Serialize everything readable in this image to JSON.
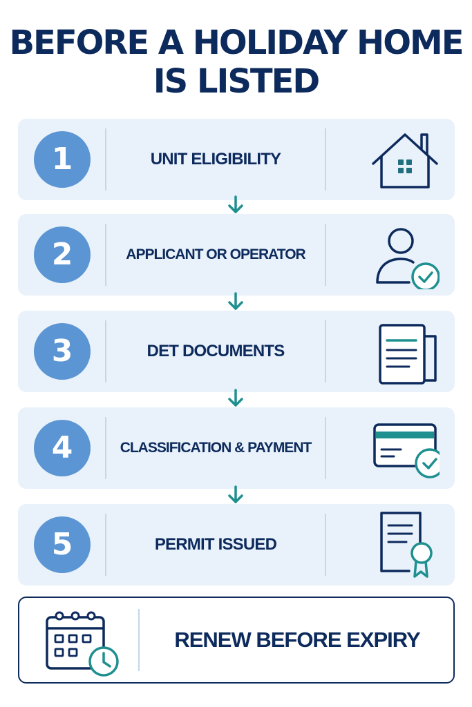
{
  "title": {
    "line1": "BEFORE A HOLIDAY HOME",
    "line2": "IS LISTED"
  },
  "steps": [
    {
      "number": "1",
      "label": "UNIT ELIGIBILITY",
      "icon": "house-icon"
    },
    {
      "number": "2",
      "label": "APPLICANT OR OPERATOR",
      "icon": "person-check-icon"
    },
    {
      "number": "3",
      "label": "DET DOCUMENTS",
      "icon": "documents-icon"
    },
    {
      "number": "4",
      "label": "CLASSIFICATION & PAYMENT",
      "icon": "card-check-icon"
    },
    {
      "number": "5",
      "label": "PERMIT ISSUED",
      "icon": "certificate-icon"
    }
  ],
  "renew": {
    "label": "RENEW BEFORE EXPIRY",
    "icon": "calendar-clock-icon"
  },
  "colors": {
    "navy": "#0d2a5c",
    "teal": "#1f8f8f",
    "circle": "#5b95d3",
    "card": "#e9f2fb"
  }
}
